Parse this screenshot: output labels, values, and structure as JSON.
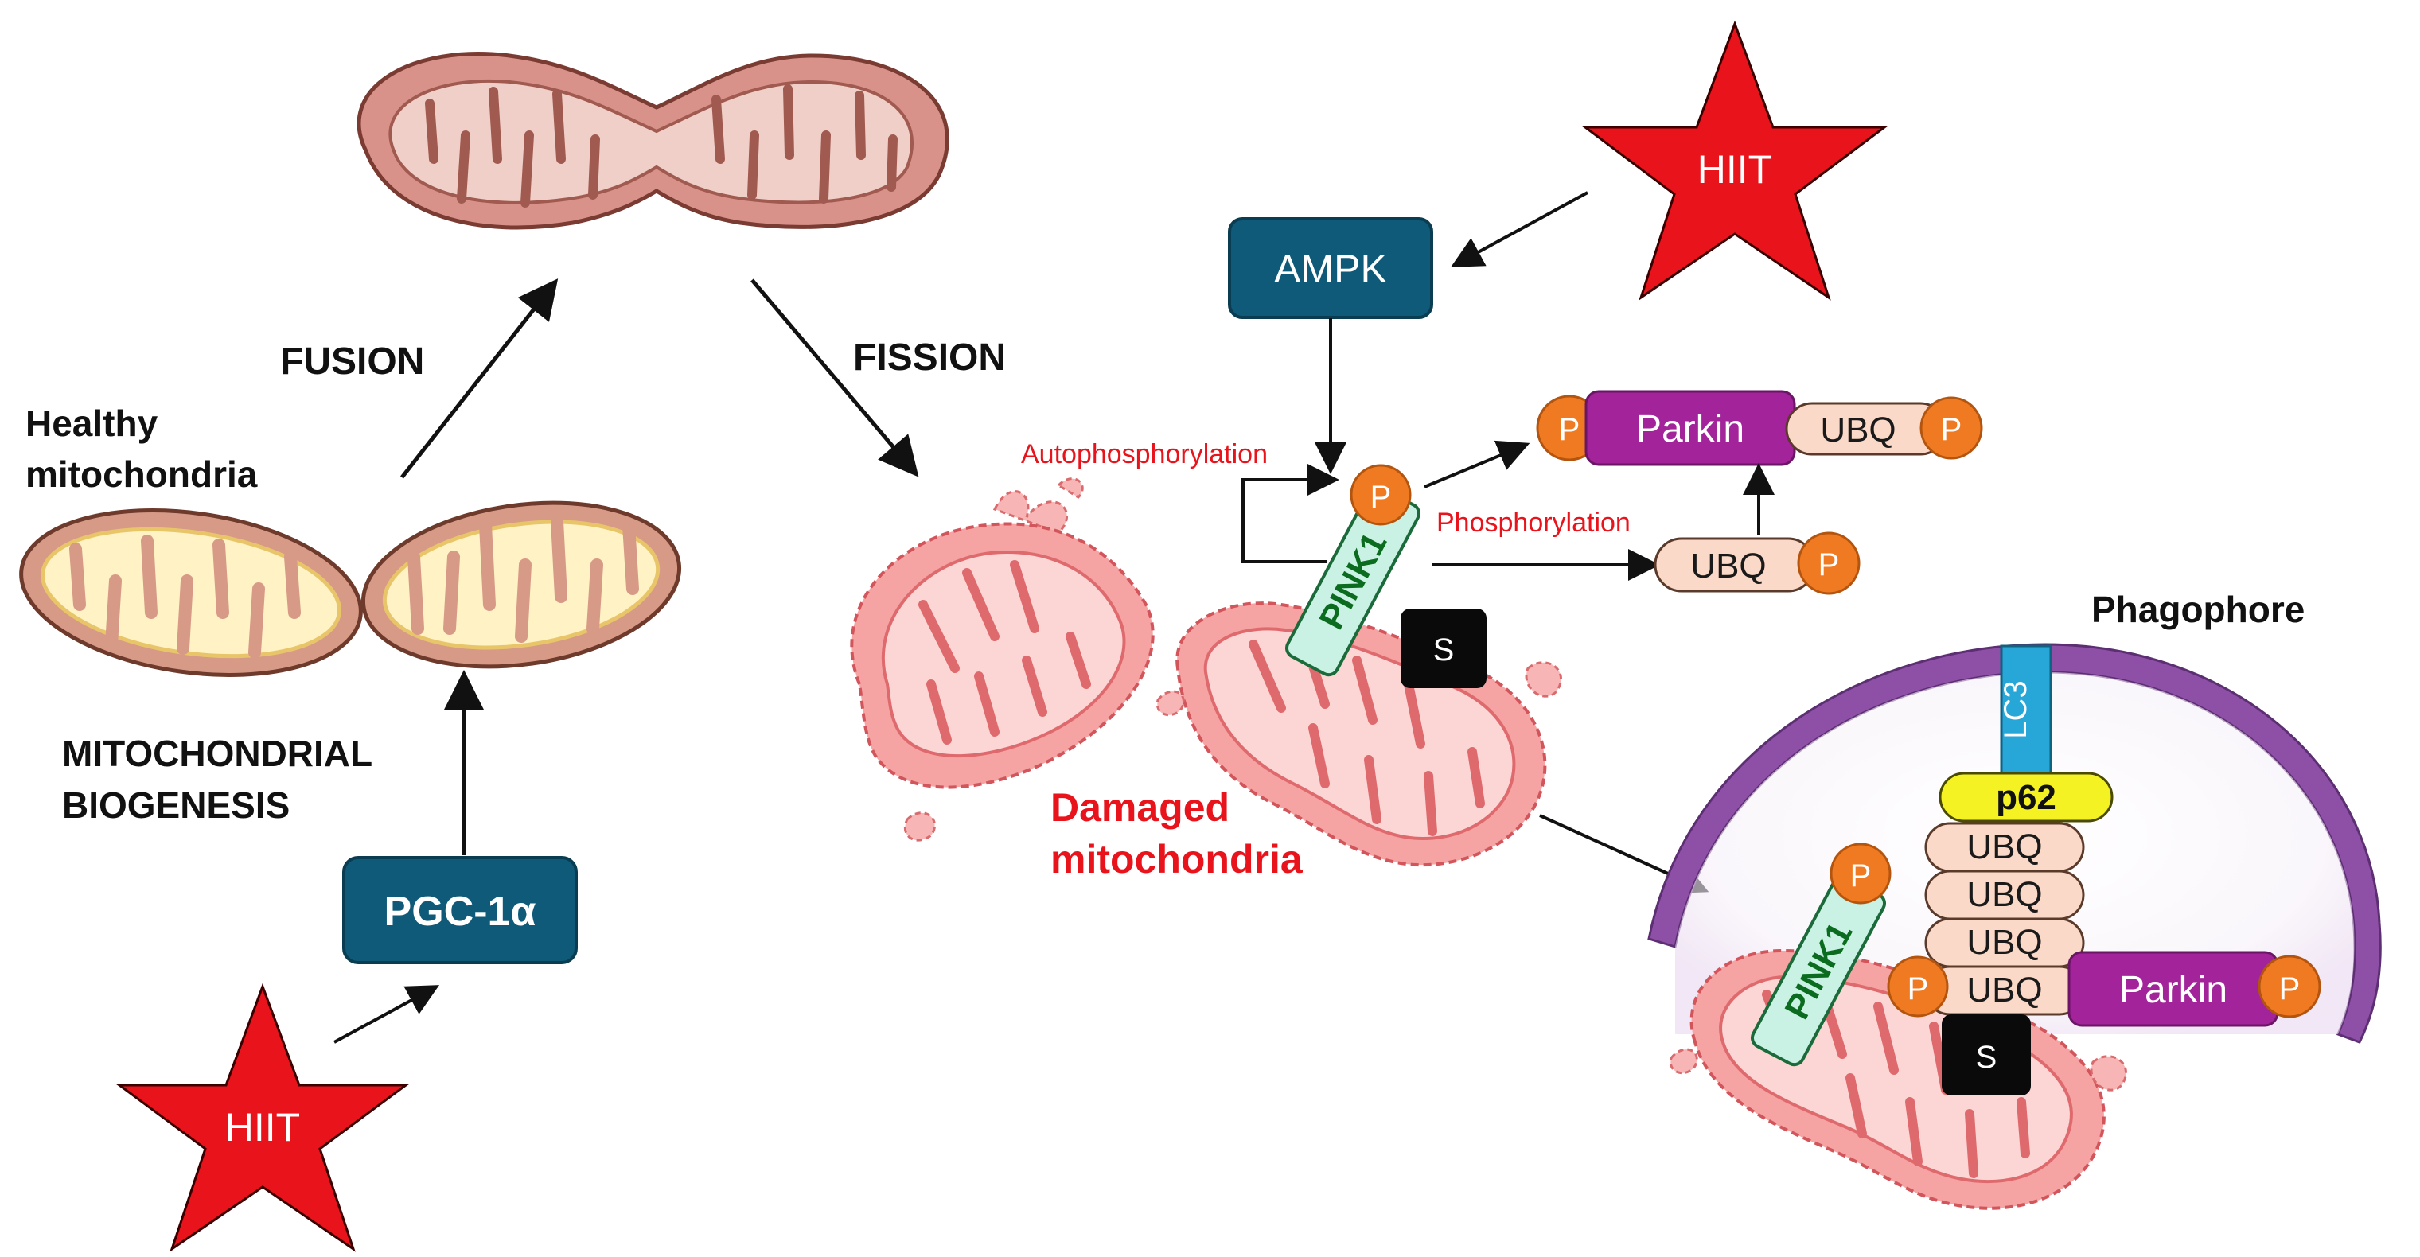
{
  "labels": {
    "fusion": "FUSION",
    "fission": "FISSION",
    "healthy_line1": "Healthy",
    "healthy_line2": "mitochondria",
    "biogenesis_line1": "MITOCHONDRIAL",
    "biogenesis_line2": "BIOGENESIS",
    "autophosphorylation": "Autophosphorylation",
    "phosphorylation": "Phosphorylation",
    "damaged_line1": "Damaged",
    "damaged_line2": "mitochondria",
    "phagophore": "Phagophore"
  },
  "nodes": {
    "hiit_top": "HIIT",
    "hiit_bottom": "HIIT",
    "ampk": "AMPK",
    "pgc1a": "PGC-1α",
    "pink1_top": "PINK1",
    "pink1_bottom": "PINK1",
    "parkin_top": "Parkin",
    "parkin_bottom": "Parkin",
    "p": "P",
    "ubq": "UBQ",
    "s": "S",
    "lc3": "LC3",
    "p62": "p62"
  },
  "colors": {
    "star_red": "#e8131b",
    "box_teal": "#0e5a78",
    "parkin_purple": "#a3239a",
    "phospho_orange": "#f07a22",
    "ubq_peach": "#fbd9c8",
    "pink1_green": "#c9f2e4",
    "pink1_text": "#0b6b1f",
    "lc3_blue": "#27a6d8",
    "p62_yellow": "#f5f224",
    "phagophore_purple": "#8e4fa6",
    "label_red": "#e8131b"
  }
}
